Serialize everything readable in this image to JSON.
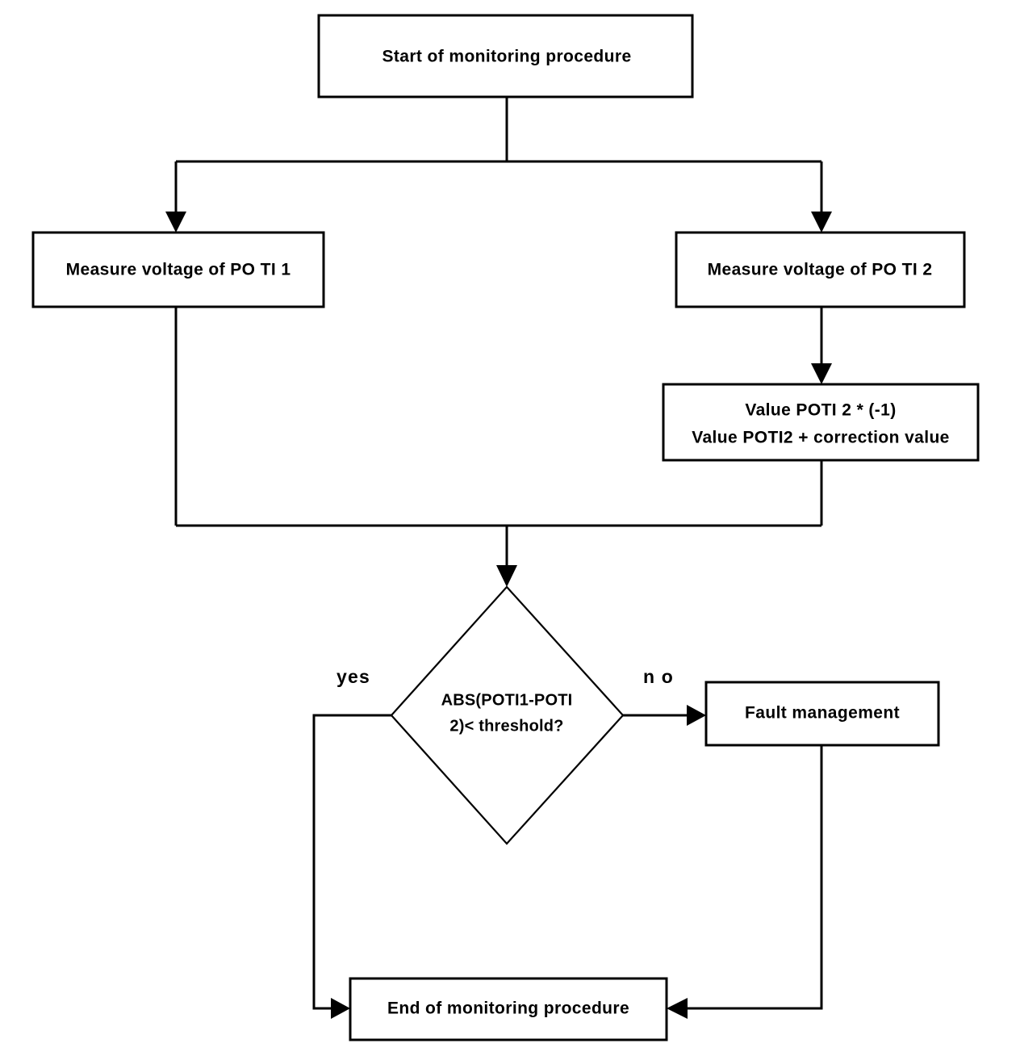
{
  "diagram": {
    "type": "flowchart",
    "title": "Start of monitoring procedure",
    "background_color": "#ffffff",
    "line_color": "#000000",
    "text_color": "#000000",
    "nodes": [
      {
        "id": "start",
        "shape": "process",
        "label": "Start of monitoring procedure"
      },
      {
        "id": "measure-poti-1",
        "shape": "process",
        "label": "Measure voltage of PO TI 1"
      },
      {
        "id": "measure-poti-2",
        "shape": "process",
        "label": "Measure voltage of PO TI 2"
      },
      {
        "id": "correction",
        "shape": "process",
        "label_line1": "Value POTI 2 * (-1)",
        "label_line2": "Value POTI2 + correction value"
      },
      {
        "id": "decision",
        "shape": "decision",
        "label_line1": "ABS(POTI1-POTI",
        "label_line2": "2)< threshold?"
      },
      {
        "id": "fault-management",
        "shape": "process",
        "label": "Fault management"
      },
      {
        "id": "end",
        "shape": "process",
        "label": "End of monitoring procedure"
      }
    ],
    "edge_labels": {
      "yes": "yes",
      "no": "n o"
    }
  }
}
